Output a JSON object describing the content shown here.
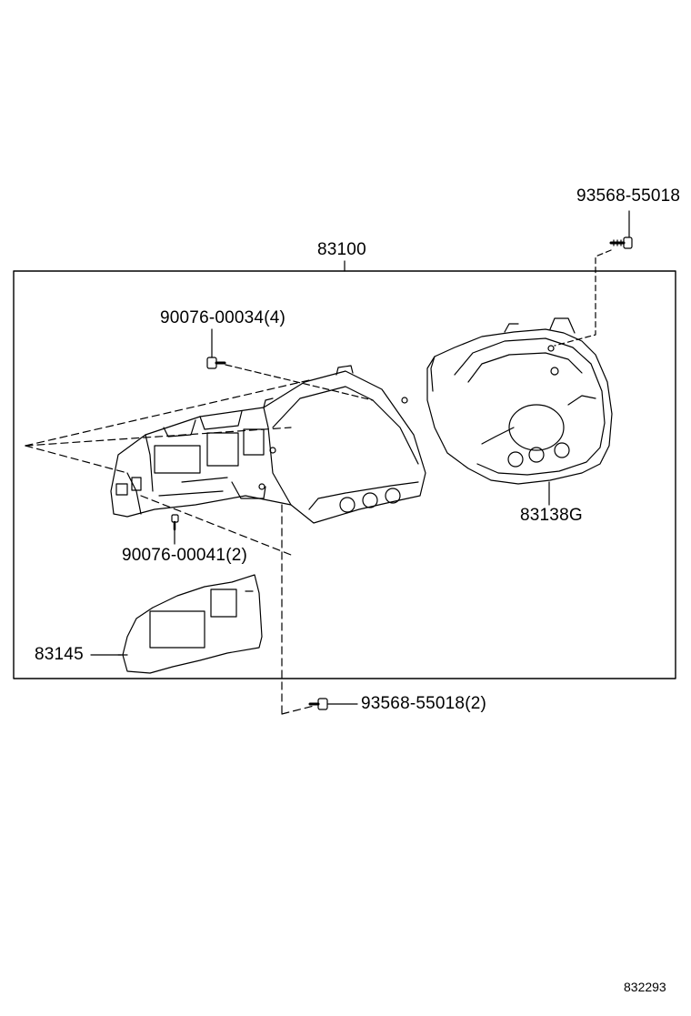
{
  "labels": {
    "assembly": "83100",
    "top_screw": "93568-55018",
    "upper_screw": "90076-00034(4)",
    "lower_screw": "90076-00041(2)",
    "bottom_screw": "93568-55018(2)",
    "lens": "83138G",
    "plate": "83145"
  },
  "diagram_ref": "832293",
  "colors": {
    "line": "#000000",
    "background": "#ffffff"
  }
}
